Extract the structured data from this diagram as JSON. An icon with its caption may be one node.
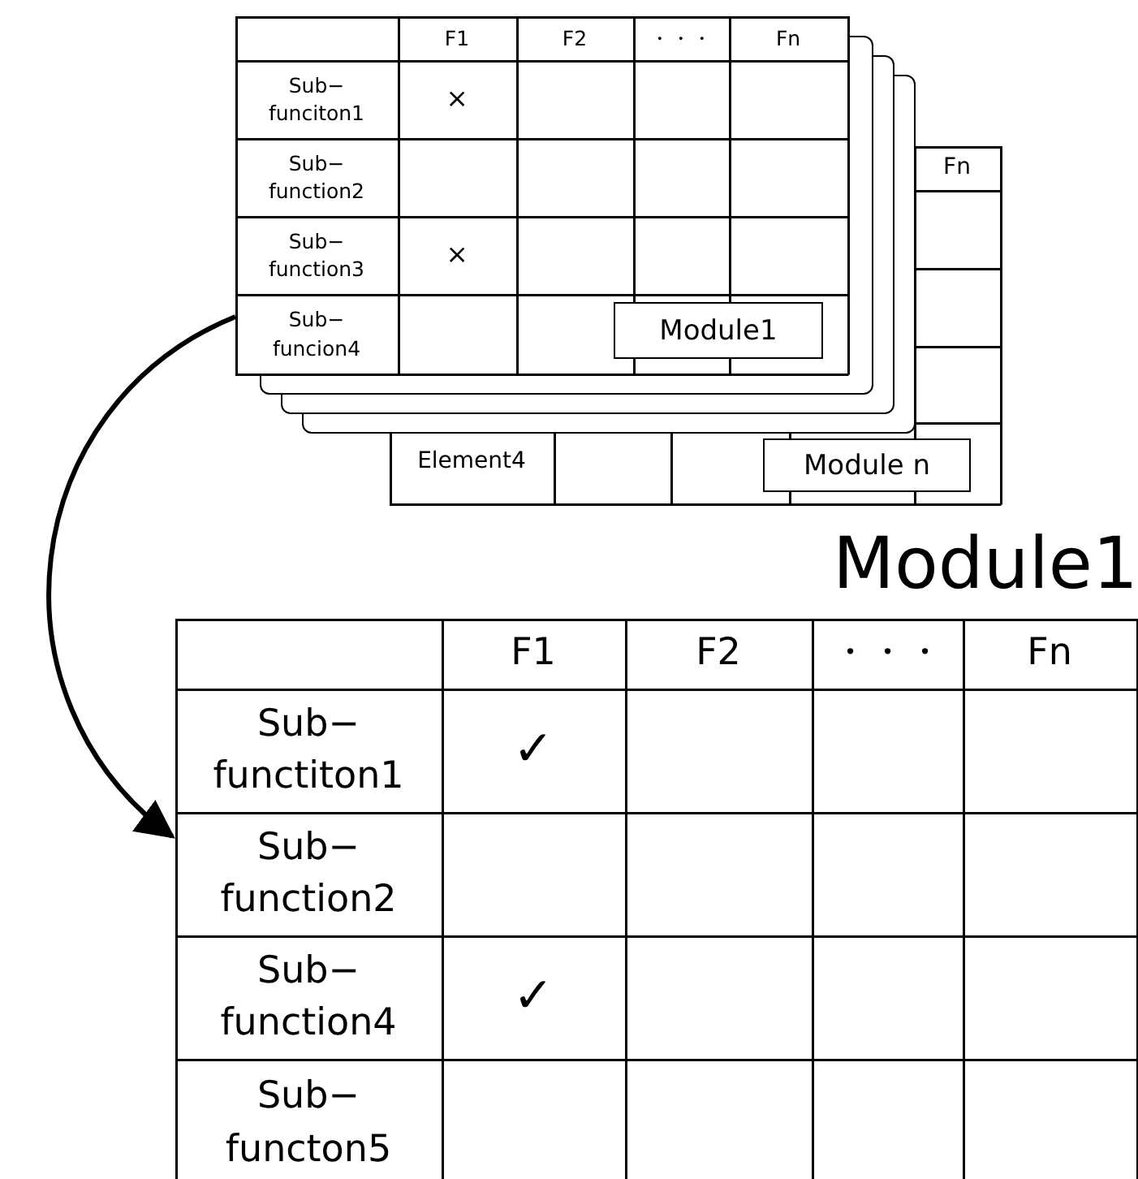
{
  "diagram": {
    "nodes": [
      {
        "text": [],
        "shape": "box"
      },
      {
        "text": [
          "Module n"
        ],
        "in": 0
      },
      {
        "text": [],
        "shape": "box"
      },
      {
        "text": [
          "Module1"
        ]
      },
      {
        "text": [
          "Module1"
        ]
      }
    ],
    "edges": [
      {
        "from": 2,
        "to": 4,
        "arrow": "to"
      }
    ],
    "labels": [
      "F1",
      "F2",
      "・・・",
      "Fn",
      "Sub− funciton1",
      "×",
      "Sub− function2",
      "Sub− function3",
      "×",
      "Sub− funcion4",
      "Fn",
      "Element4",
      "F1",
      "F2",
      "・・・",
      "Fn",
      "Sub− functiton1",
      "✓",
      "Sub− function2",
      "Sub− function4",
      "✓",
      "Sub− functon5"
    ]
  }
}
